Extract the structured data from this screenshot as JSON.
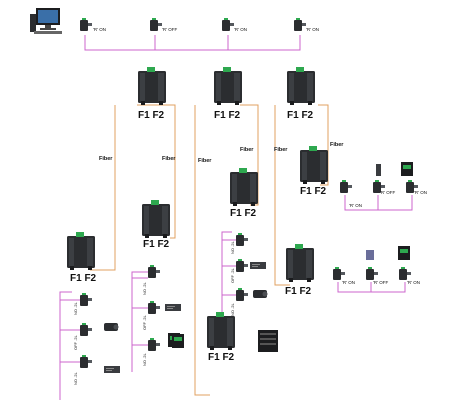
{
  "colors": {
    "fiber_line": "#e0a060",
    "ethernet_line": "#cc66cc",
    "device_dark": "#2b2d30",
    "device_light": "#55595e",
    "accent": "#2ea84f"
  },
  "switch_label": "F1  F2",
  "fiber_label": "Fiber",
  "daisy_top": [
    "'R'  ON",
    "'R'  OFF",
    "'R'  ON",
    "'R'  ON"
  ],
  "daisy_right_1": [
    "'R'  ON",
    "'R'  OFF",
    "'R'  ON"
  ],
  "daisy_right_2": [
    "'R'  ON",
    "'R'  OFF",
    "'R'  ON"
  ],
  "port_label_a": "NO .2L",
  "port_label_b": "OFF .2L",
  "icons": [
    "computer-icon",
    "fiber-switch-icon",
    "media-converter-icon",
    "ip-camera-icon",
    "dvr-icon",
    "ups-icon"
  ]
}
